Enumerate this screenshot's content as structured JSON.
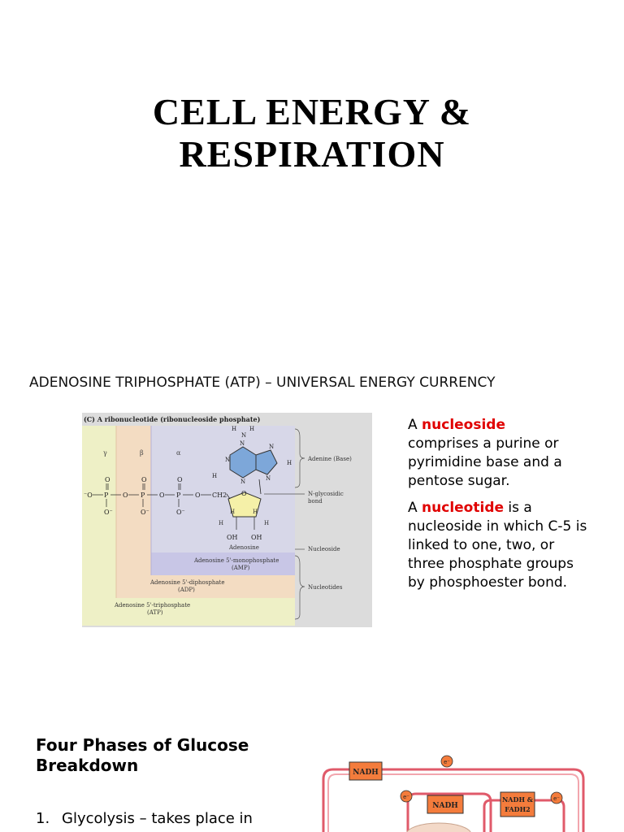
{
  "title": {
    "line1": "CELL ENERGY &",
    "line2": "RESPIRATION"
  },
  "atp_section": {
    "heading": "ADENOSINE TRIPHOSPHATE (ATP) – UNIVERSAL ENERGY CURRENCY",
    "figure": {
      "caption": "(C) A ribonucleotide (ribonucleoside phosphate)",
      "greek": [
        "γ",
        "β",
        "α"
      ],
      "phosphate_o": "O",
      "phosphate_p": "P",
      "ch2": "CH2",
      "h": "H",
      "n": "N",
      "oh": "OH",
      "labels": {
        "adenine": "Adenine (Base)",
        "n_glycosidic_1": "N-glycosidic",
        "n_glycosidic_2": "bond",
        "adenosine": "Adenosine",
        "nucleoside": "Nucleoside",
        "amp_1": "Adenosine 5'-monophosphate",
        "amp_2": "(AMP)",
        "adp_1": "Adenosine 5'-diphosphate",
        "adp_2": "(ADP)",
        "atp_1": "Adenosine 5'-triphosphate",
        "atp_2": "(ATP)",
        "nucleotides": "Nucleotides"
      }
    },
    "nucleoside_def": {
      "prefix": "A ",
      "term": "nucleoside",
      "rest": "comprises a purine or pyrimidine base and a pentose sugar."
    },
    "nucleotide_def": {
      "prefix": "A ",
      "term": "nucleotide",
      "rest": " is a nucleoside in which C-5 is linked to one, two, or three phosphate groups by phosphoester bond."
    }
  },
  "phases_section": {
    "heading": "Four Phases of Glucose Breakdown",
    "items": [
      {
        "num": "1.",
        "text": "Glycolysis – takes place in"
      }
    ],
    "diagram": {
      "nadh_1": "NADH",
      "nadh_2": "NADH",
      "nadh_fadh_1": "NADH &",
      "nadh_fadh_2": "FADH2",
      "electron": "e⁻"
    }
  },
  "colors": {
    "red_term": "#e00000",
    "gamma_band": "#f3ecc4",
    "beta_band": "#f4dcc0",
    "alpha_band": "#c9c6e6",
    "adenine": "#7da7d9",
    "diagram_box": "#f47c3c",
    "diagram_line": "#e05a6a"
  }
}
